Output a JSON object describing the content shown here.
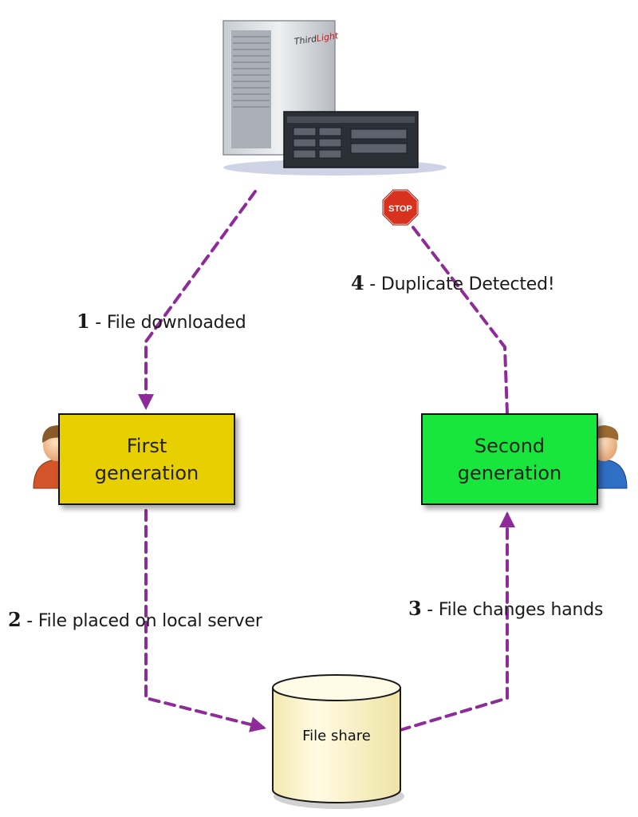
{
  "colors": {
    "arrow": "#8e2a9a",
    "first_box_fill": "#e8cf00",
    "second_box_fill": "#18e63c",
    "cylinder_fill": "#fbf4c8",
    "stop_sign": "#d8321e"
  },
  "icons": {
    "server": "server-tower-icon",
    "stop": "stop-sign-icon",
    "user_first": "user-orange-icon",
    "user_second": "user-blue-icon",
    "storage": "cylinder-database-icon"
  },
  "server": {
    "brand_part1": "Third",
    "brand_part2": "Light"
  },
  "stop_sign": {
    "label": "STOP"
  },
  "boxes": {
    "first": {
      "line1": "First",
      "line2": "generation"
    },
    "second": {
      "line1": "Second",
      "line2": "generation"
    }
  },
  "file_share": {
    "label": "File share"
  },
  "steps": [
    {
      "num": "1",
      "text": " - File downloaded"
    },
    {
      "num": "2",
      "text": " - File placed on local server"
    },
    {
      "num": "3",
      "text": " - File changes hands"
    },
    {
      "num": "4",
      "text": " - Duplicate Detected!"
    }
  ]
}
